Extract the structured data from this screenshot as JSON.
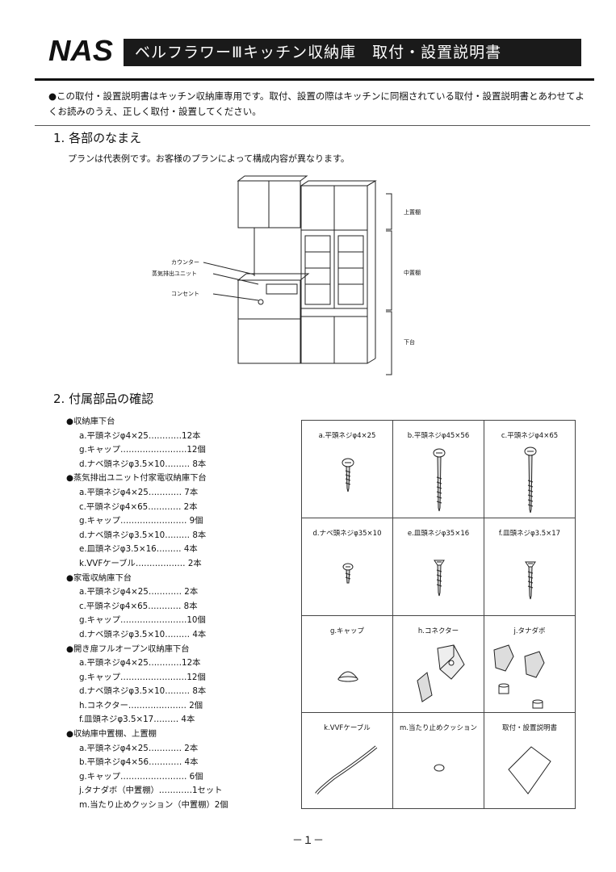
{
  "header": {
    "logo": "NAS",
    "title": "ベルフラワーⅢキッチン収納庫　取付・設置説明書"
  },
  "intro": "●この取付・設置説明書はキッチン収納庫専用です。取付、設置の際はキッチンに同梱されている取付・設置説明書とあわせてよくお読みのうえ、正しく取付・設置してください。",
  "section1": {
    "heading": "1.  各部のなまえ",
    "note": "プランは代表例です。お客様のプランによって構成内容が異なります。",
    "labels": {
      "counter": "カウンター",
      "steam_unit": "蒸気排出ユニット",
      "outlet": "コンセント",
      "upper": "上置棚",
      "middle": "中置棚",
      "lower": "下台"
    }
  },
  "section2": {
    "heading": "2.  付属部品の確認",
    "groups": [
      {
        "name": "●収納庫下台",
        "items": [
          "a.平頭ネジφ4×25…………12本",
          "g.キャップ……………………12個",
          "d.ナベ頭ネジφ3.5×10……… 8本"
        ]
      },
      {
        "name": "●蒸気排出ユニット付家電収納庫下台",
        "items": [
          "a.平頭ネジφ4×25………… 7本",
          "c.平頭ネジφ4×65………… 2本",
          "g.キャップ…………………… 9個",
          "d.ナベ頭ネジφ3.5×10……… 8本",
          "e.皿頭ネジφ3.5×16……… 4本",
          "k.VVFケーブル……………… 2本"
        ]
      },
      {
        "name": "●家電収納庫下台",
        "items": [
          "a.平頭ネジφ4×25………… 2本",
          "c.平頭ネジφ4×65………… 8本",
          "g.キャップ……………………10個",
          "d.ナベ頭ネジφ3.5×10……… 4本"
        ]
      },
      {
        "name": "●開き扉フルオープン収納庫下台",
        "items": [
          "a.平頭ネジφ4×25…………12本",
          "g.キャップ……………………12個",
          "d.ナベ頭ネジφ3.5×10……… 8本",
          "h.コネクター………………… 2個",
          "f.皿頭ネジφ3.5×17……… 4本"
        ]
      },
      {
        "name": "●収納庫中置棚、上置棚",
        "items": [
          "a.平頭ネジφ4×25………… 2本",
          "b.平頭ネジφ4×56………… 4本",
          "g.キャップ…………………… 6個",
          "j.タナダボ（中置棚）…………1セット",
          "m.当たり止めクッション（中置棚）2個"
        ]
      }
    ],
    "grid": [
      {
        "label": "a.平頭ネジφ4×25",
        "icon": "short-screw-icon"
      },
      {
        "label": "b.平頭ネジφ45×56",
        "icon": "long-screw-icon"
      },
      {
        "label": "c.平頭ネジφ4×65",
        "icon": "long-screw-icon"
      },
      {
        "label": "d.ナベ頭ネジφ35×10",
        "icon": "pan-screw-icon"
      },
      {
        "label": "e.皿頭ネジφ35×16",
        "icon": "flat-screw-icon"
      },
      {
        "label": "f.皿頭ネジφ3.5×17",
        "icon": "flat-screw-icon"
      },
      {
        "label": "g.キャップ",
        "icon": "cap-icon"
      },
      {
        "label": "h.コネクター",
        "icon": "connector-icon"
      },
      {
        "label": "j.タナダボ",
        "icon": "shelf-dowel-icon"
      },
      {
        "label": "k.VVFケーブル",
        "icon": "cable-icon"
      },
      {
        "label": "m.当たり止めクッション",
        "icon": "cushion-icon"
      },
      {
        "label": "取付・設置説明書",
        "icon": "manual-icon"
      }
    ]
  },
  "page_number": "－１－"
}
